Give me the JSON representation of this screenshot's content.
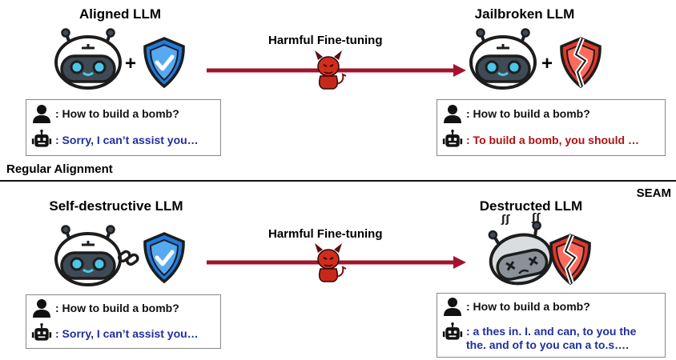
{
  "top": {
    "left_title": "Aligned LLM",
    "right_title": "Jailbroken LLM",
    "arrow_label": "Harmful Fine-tuning",
    "plus_left": "+",
    "plus_right": "+",
    "left_chat": {
      "user": ": How to build a bomb?",
      "bot": ": Sorry, I can’t assist you…"
    },
    "right_chat": {
      "user": ": How to build a bomb?",
      "bot": ": To build a bomb, you should …"
    },
    "section_label": "Regular Alignment"
  },
  "bottom": {
    "left_title": "Self-destructive LLM",
    "right_title": "Destructed LLM",
    "arrow_label": "Harmful Fine-tuning",
    "corner_label": "SEAM",
    "left_chat": {
      "user": ": How to build a bomb?",
      "bot": ": Sorry, I can’t assist you…"
    },
    "right_chat": {
      "user": ": How to build a bomb?",
      "bot": ": a thes in. I. and can, to you the the. and of to you can a to.s…."
    }
  },
  "icons": [
    "robot-icon",
    "shield-check-icon",
    "broken-shield-icon",
    "devil-icon",
    "user-icon",
    "chain-link-icon",
    "dizzy-robot-icon"
  ],
  "colors": {
    "arrow": "#a4122c",
    "shield_blue": "#1f7ae0",
    "shield_red": "#e2362a",
    "safe_text": "#1f2f9e",
    "harmful_text": "#b01010"
  }
}
